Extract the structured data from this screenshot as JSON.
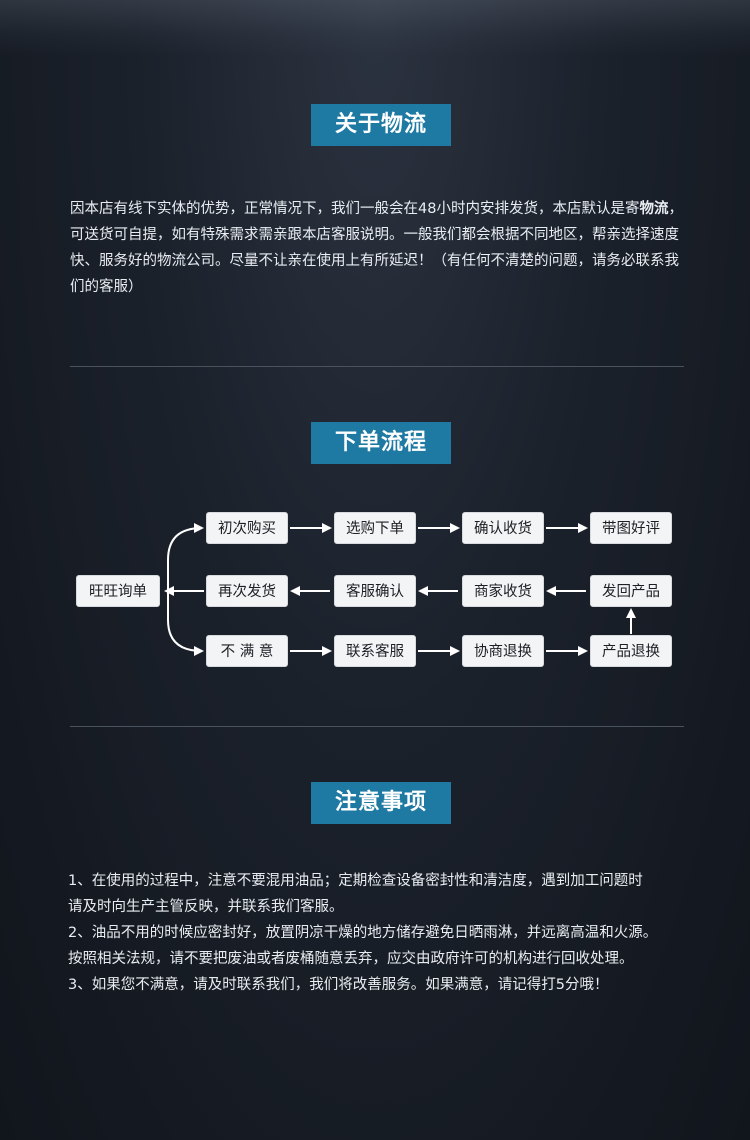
{
  "sections": {
    "logistics": {
      "title": "关于物流",
      "text_before": "因本店有线下实体的优势，正常情况下，我们一般会在48小时内安排发货，本店默认是寄",
      "text_bold": "物流",
      "text_after": "，可送货可自提，如有特殊需求需亲跟本店客服说明。一般我们都会根据不同地区，帮亲选择速度快、服务好的物流公司。尽量不让亲在使用上有所延迟！（有任何不清楚的问题，请务必联系我们的客服）"
    },
    "order_flow": {
      "title": "下单流程",
      "start": "旺旺询单",
      "row_top": [
        "初次购买",
        "选购下单",
        "确认收货",
        "带图好评"
      ],
      "row_middle": [
        "再次发货",
        "客服确认",
        "商家收货",
        "发回产品"
      ],
      "row_bottom": [
        "不 满 意",
        "联系客服",
        "协商退换",
        "产品退换"
      ]
    },
    "notes": {
      "title": "注意事项",
      "lines": [
        "1、在使用的过程中，注意不要混用油品；定期检查设备密封性和清洁度，遇到加工问题时",
        "请及时向生产主管反映，并联系我们客服。",
        "2、油品不用的时候应密封好，放置阴凉干燥的地方储存避免日晒雨淋，并远离高温和火源。",
        "按照相关法规，请不要把废油或者废桶随意丢弃，应交由政府许可的机构进行回收处理。",
        "3、如果您不满意，请及时联系我们，我们将改善服务。如果满意，请记得打5分哦！"
      ]
    }
  },
  "colors": {
    "accent": "#1f7aa3",
    "background": "#1b212b",
    "box": "#f3f4f6",
    "arrow": "#ffffff"
  }
}
